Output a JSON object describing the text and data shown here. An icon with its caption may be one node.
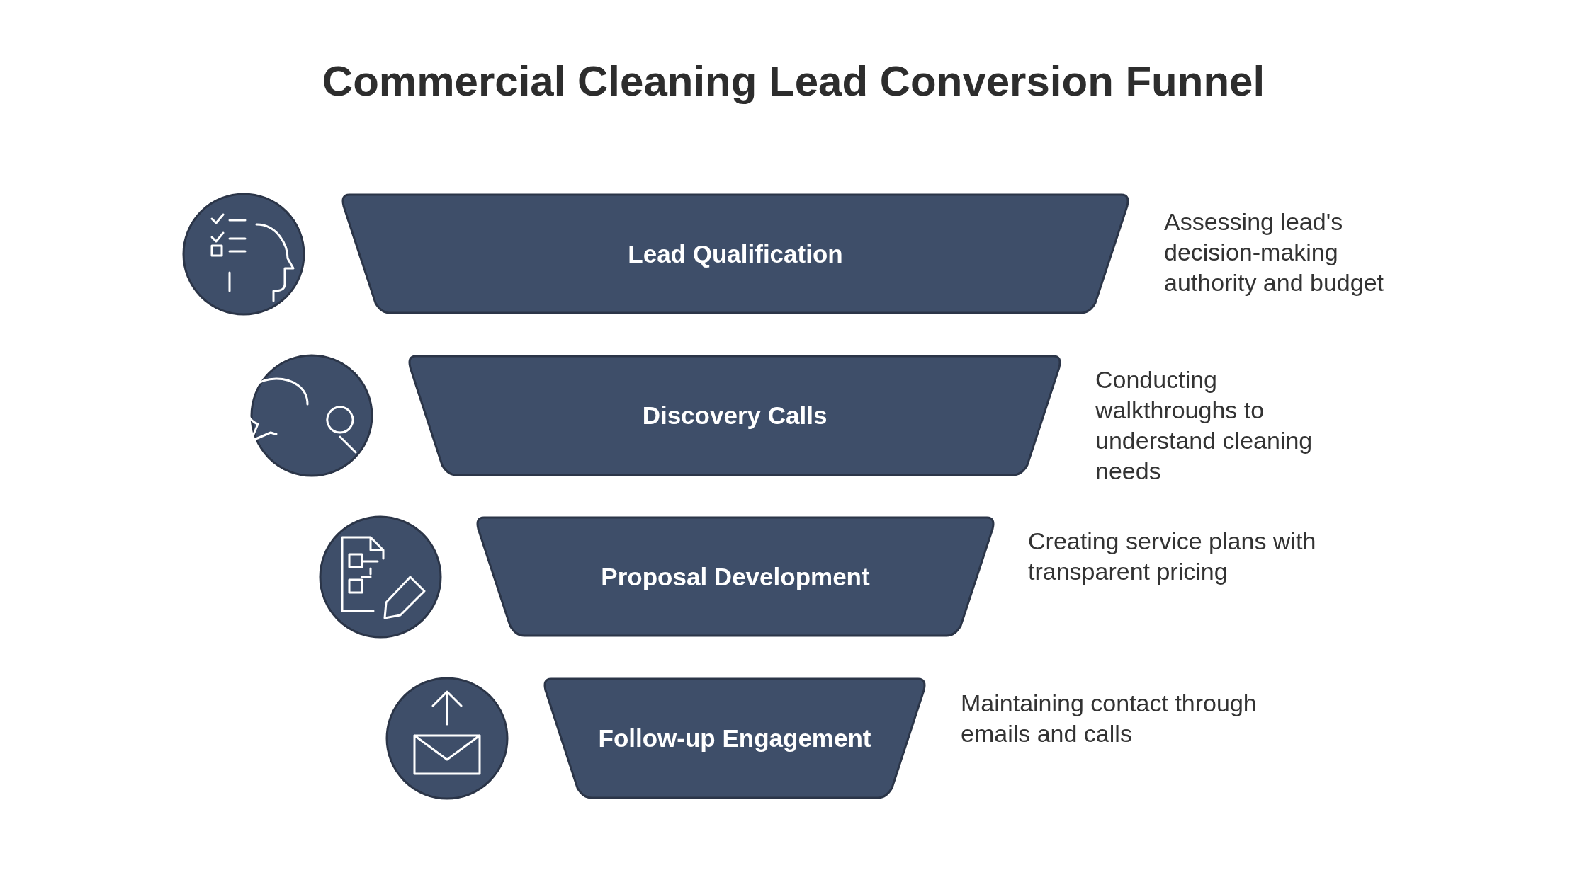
{
  "diagram": {
    "title": "Commercial Cleaning Lead Conversion Funnel",
    "nodes": [
      {
        "text": [
          "Lead Qualification"
        ],
        "beside": [
          "Assessing lead's decision-making authority and budget"
        ]
      },
      {
        "text": [
          "Discovery Calls"
        ],
        "beside": [
          "Conducting walkthroughs to understand cleaning needs"
        ]
      },
      {
        "text": [
          "Proposal Development"
        ],
        "beside": [
          "Creating service plans with transparent pricing"
        ]
      },
      {
        "text": [
          "Follow-up Engagement"
        ],
        "beside": [
          "Maintaining contact through emails and calls"
        ]
      }
    ],
    "edges": []
  }
}
